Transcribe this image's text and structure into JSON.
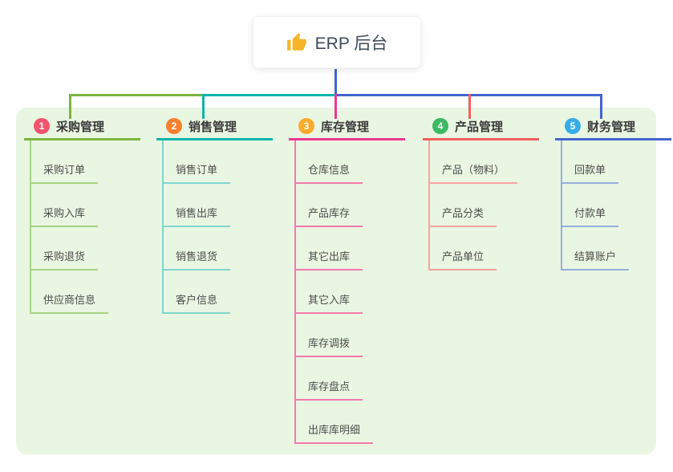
{
  "root": {
    "title": "ERP 后台",
    "icon": "thumbs-up-icon"
  },
  "colors": {
    "page_background": "#ffffff",
    "panel_background": "#e9f6e2",
    "root_connector_blue": "#4265cf",
    "branch1_line": "#7db53e",
    "branch2_line": "#10b5ac",
    "branch3_line": "#ee3792",
    "branch4_line": "#f25e5e",
    "branch5_line": "#4265cf",
    "badge1": "#f4536e",
    "badge2": "#f8812f",
    "badge3": "#fbab2b",
    "badge4": "#3cb963",
    "badge5": "#36ade8",
    "thumb_icon_yellow": "#f6b52b"
  },
  "branches": [
    {
      "index": "1",
      "title": "采购管理",
      "children": [
        "采购订单",
        "采购入库",
        "采购退货",
        "供应商信息"
      ]
    },
    {
      "index": "2",
      "title": "销售管理",
      "children": [
        "销售订单",
        "销售出库",
        "销售退货",
        "客户信息"
      ]
    },
    {
      "index": "3",
      "title": "库存管理",
      "children": [
        "仓库信息",
        "产品库存",
        "其它出库",
        "其它入库",
        "库存调拨",
        "库存盘点",
        "出库库明细"
      ]
    },
    {
      "index": "4",
      "title": "产品管理",
      "children": [
        "产品（物料）",
        "产品分类",
        "产品单位"
      ]
    },
    {
      "index": "5",
      "title": "财务管理",
      "children": [
        "回款单",
        "付款单",
        "结算账户"
      ]
    }
  ]
}
